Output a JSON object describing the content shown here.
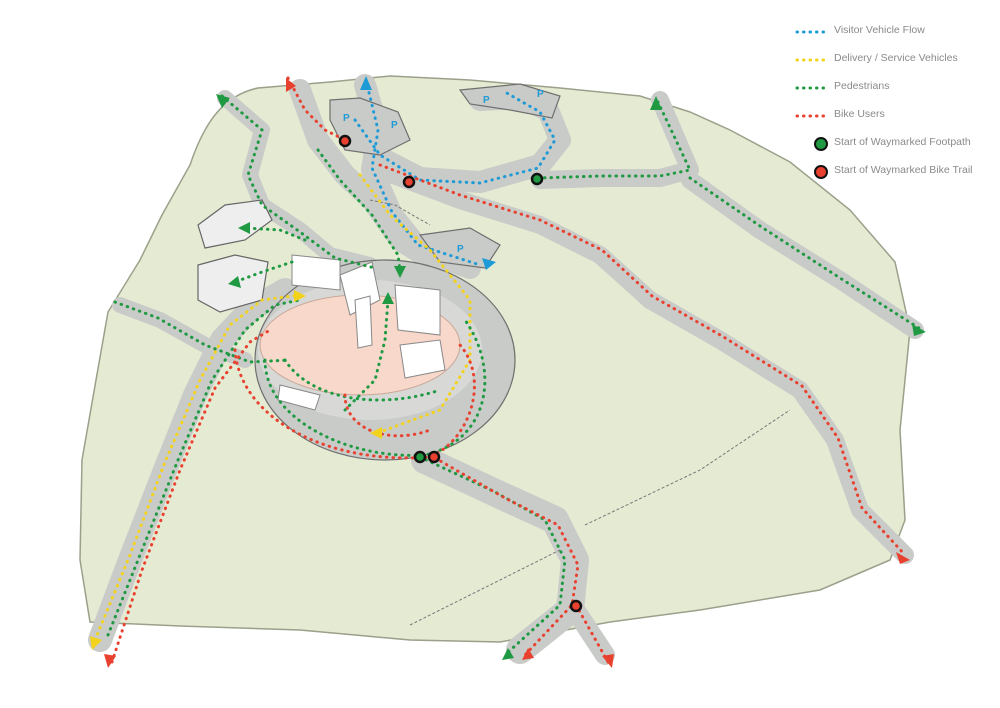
{
  "colors": {
    "land": "#e5ebd3",
    "land_edge": "#9aa08a",
    "road": "#c9cbc8",
    "road_edge": "#6f6f6f",
    "path_band": "#cfbdb4",
    "plaza": "#f7d8ca",
    "visitor": "#1e9bd7",
    "delivery": "#f3d21b",
    "pedestrian": "#1f9a43",
    "bike": "#e8412f",
    "parking_label": "#1e9bd7"
  },
  "legend": {
    "visitor_label": "Visitor Vehicle Flow",
    "delivery_label": "Delivery / Service Vehicles",
    "pedestrian_label": "Pedestrians",
    "bike_label": "Bike Users",
    "footpath_label": "Start of Waymarked Footpath",
    "biketrail_label": "Start of Waymarked Bike Trail"
  },
  "parking": {
    "p1": "P",
    "p2": "P",
    "p3": "P",
    "p4": "P",
    "p5": "P"
  }
}
